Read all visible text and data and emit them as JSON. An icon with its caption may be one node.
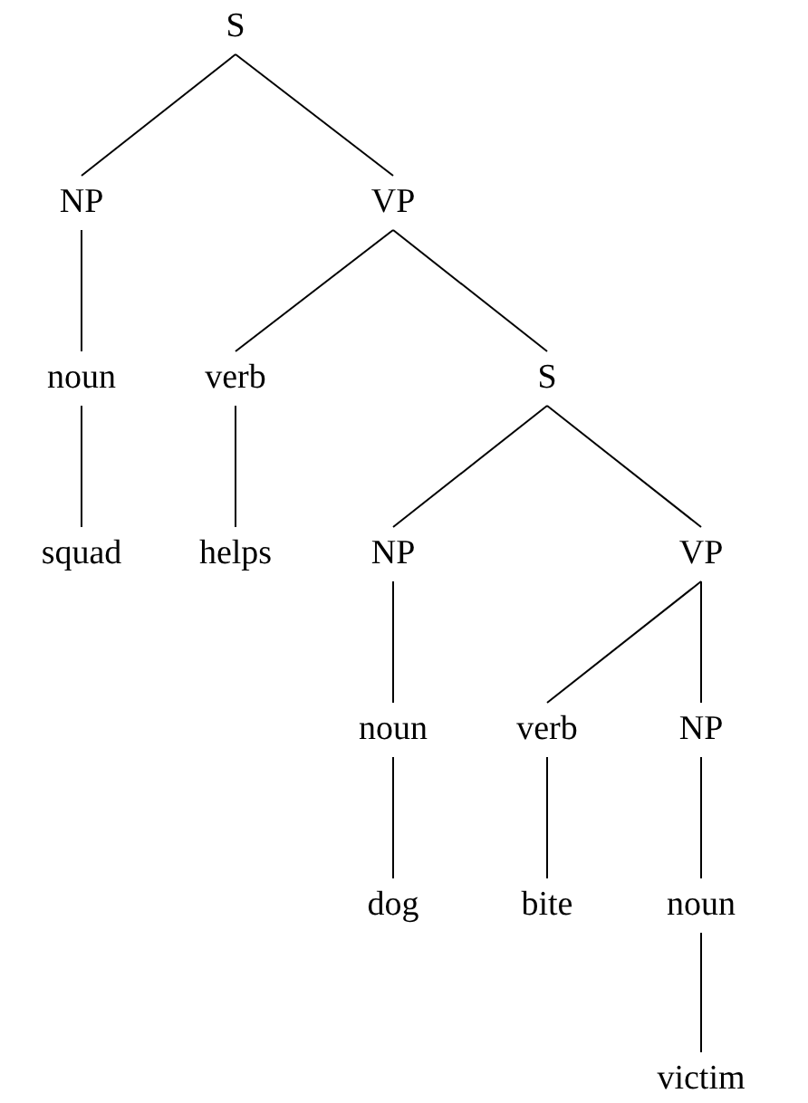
{
  "diagram": {
    "nodes": [
      {
        "text": [
          "S"
        ]
      },
      {
        "text": [
          "NP"
        ]
      },
      {
        "text": [
          "VP"
        ]
      },
      {
        "text": [
          "noun"
        ]
      },
      {
        "text": [
          "verb"
        ]
      },
      {
        "text": [
          "S"
        ]
      },
      {
        "text": [
          "squad"
        ]
      },
      {
        "text": [
          "helps"
        ]
      },
      {
        "text": [
          "NP"
        ]
      },
      {
        "text": [
          "VP"
        ]
      },
      {
        "text": [
          "noun"
        ]
      },
      {
        "text": [
          "verb"
        ]
      },
      {
        "text": [
          "NP"
        ]
      },
      {
        "text": [
          "dog"
        ]
      },
      {
        "text": [
          "bite"
        ]
      },
      {
        "text": [
          "noun"
        ]
      },
      {
        "text": [
          "victim"
        ]
      }
    ],
    "edges": [
      {
        "from": 0,
        "to": 1,
        "arrow": "none"
      },
      {
        "from": 0,
        "to": 2,
        "arrow": "none"
      },
      {
        "from": 1,
        "to": 3,
        "arrow": "none"
      },
      {
        "from": 2,
        "to": 4,
        "arrow": "none"
      },
      {
        "from": 2,
        "to": 5,
        "arrow": "none"
      },
      {
        "from": 3,
        "to": 6,
        "arrow": "none"
      },
      {
        "from": 4,
        "to": 7,
        "arrow": "none"
      },
      {
        "from": 5,
        "to": 8,
        "arrow": "none"
      },
      {
        "from": 5,
        "to": 9,
        "arrow": "none"
      },
      {
        "from": 8,
        "to": 10,
        "arrow": "none"
      },
      {
        "from": 9,
        "to": 11,
        "arrow": "none"
      },
      {
        "from": 9,
        "to": 12,
        "arrow": "none"
      },
      {
        "from": 10,
        "to": 13,
        "arrow": "none"
      },
      {
        "from": 11,
        "to": 14,
        "arrow": "none"
      },
      {
        "from": 12,
        "to": 15,
        "arrow": "none"
      },
      {
        "from": 15,
        "to": 16,
        "arrow": "none"
      }
    ]
  }
}
